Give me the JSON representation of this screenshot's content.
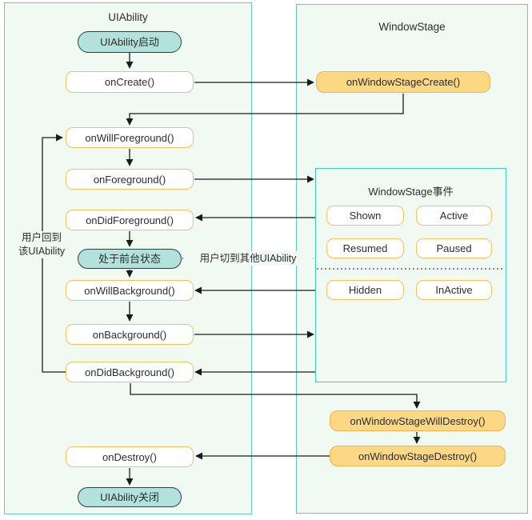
{
  "diagram": {
    "left_panel": {
      "title": "UIAbility"
    },
    "right_panel": {
      "title": "WindowStage"
    },
    "nodes": {
      "uiability_start": "UIAbility启动",
      "on_create": "onCreate()",
      "on_will_foreground": "onWillForeground()",
      "on_foreground": "onForeground()",
      "on_did_foreground": "onDidForeground()",
      "foreground_state": "处于前台状态",
      "on_will_background": "onWillBackground()",
      "on_background": "onBackground()",
      "on_did_background": "onDidBackground()",
      "on_destroy": "onDestroy()",
      "uiability_end": "UIAbility关闭",
      "on_window_stage_create": "onWindowStageCreate()",
      "on_window_stage_will_destroy": "onWindowStageWillDestroy()",
      "on_window_stage_destroy": "onWindowStageDestroy()"
    },
    "window_stage_events": {
      "title": "WindowStage事件",
      "events": [
        "Shown",
        "Active",
        "Resumed",
        "Paused",
        "Hidden",
        "InActive"
      ]
    },
    "edge_labels": {
      "return_label_line1": "用户回到",
      "return_label_line2": "该UIAbility",
      "switch_label": "用户切到其他UIAbility"
    },
    "colors": {
      "panel_border": "#5fcec2",
      "panel_fill": "#f1f9f3",
      "inner_border": "#3fccbe",
      "pill_fill": "#b3e2dc",
      "pill_border": "#24404b",
      "white_node_border": "#f5c05a",
      "yellow_node_fill": "#fcd784",
      "yellow_node_border": "#f0b44a",
      "line": "#1a1a1a",
      "text": "#2d2d2d"
    }
  }
}
